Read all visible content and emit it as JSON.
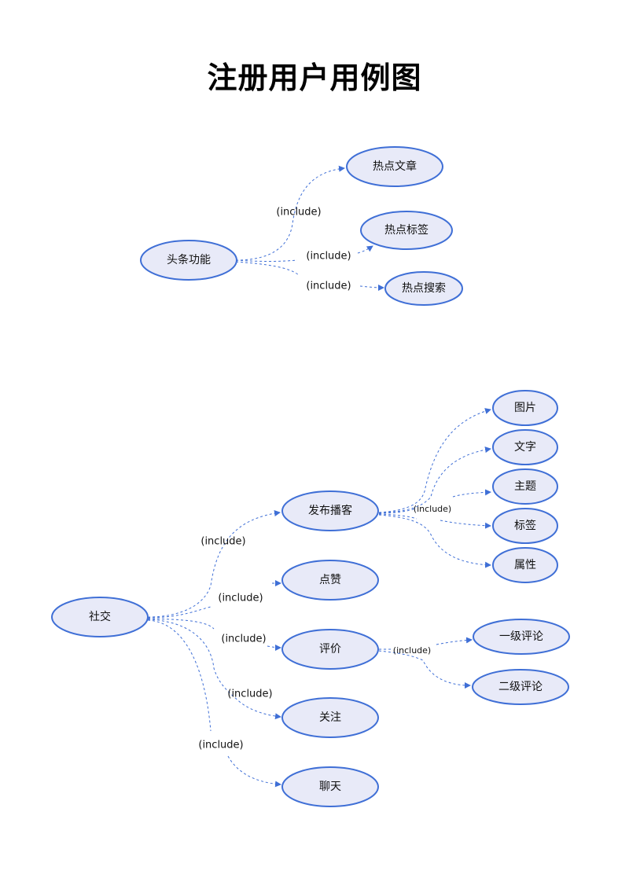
{
  "diagram": {
    "title": "注册用户用例图",
    "include_label": "(include)",
    "accent": "#3f6fd6",
    "node_fill": "#e8eaf8",
    "nodes": {
      "toutiao": "头条功能",
      "rediwenzhang": "热点文章",
      "redianbiaoqian": "热点标签",
      "redainsousuo": "热点搜索",
      "shejiao": "社交",
      "fabubokke": "发布播客",
      "dianzan": "点赞",
      "pingjia": "评价",
      "guanzhu": "关注",
      "liaotian": "聊天",
      "tupian": "图片",
      "wenzi": "文字",
      "zhuti": "主题",
      "biaoqian": "标签",
      "shuxing": "属性",
      "yiji": "一级评论",
      "erji": "二级评论"
    }
  }
}
